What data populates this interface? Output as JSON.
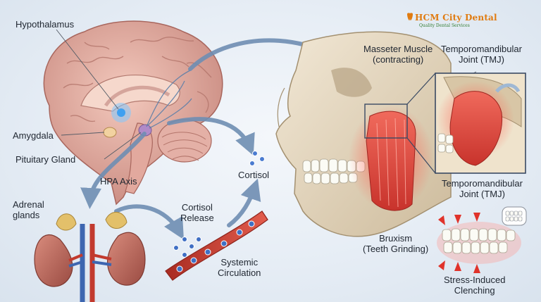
{
  "logo": {
    "name": "HCM City Dental",
    "tagline": "Quality Dental Services"
  },
  "labels": {
    "hypothalamus": "Hypothalamus",
    "amygdala": "Amygdala",
    "pituitary": "Pituitary Gland",
    "hpa_axis": "HPA Axis",
    "adrenal_line1": "Adrenal",
    "adrenal_line2": "glands",
    "cortisol_release_line1": "Cortisol",
    "cortisol_release_line2": "Release",
    "cortisol": "Cortisol",
    "systemic_line1": "Systemic",
    "systemic_line2": "Circulation",
    "masseter_line1": "Masseter Muscle",
    "masseter_line2": "(contracting)",
    "tmj_top_line1": "Temporomandibular",
    "tmj_top_line2": "Joint (TMJ)",
    "tmj_bottom_line1": "Temporomandibular",
    "tmj_bottom_line2": "Joint (TMJ)",
    "bruxism_line1": "Bruxism",
    "bruxism_line2": "(Teeth Grinding)",
    "clench_line1": "Stress-Induced",
    "clench_line2": "Clenching"
  },
  "colors": {
    "arrow": "#6f8eb3",
    "muscle": "#e0463f",
    "bone": "#e9dcc4",
    "brain": "#d9a39a",
    "vessel": "#c23a2e",
    "cell": "#3f6fc4",
    "logo_accent": "#e07b10"
  }
}
